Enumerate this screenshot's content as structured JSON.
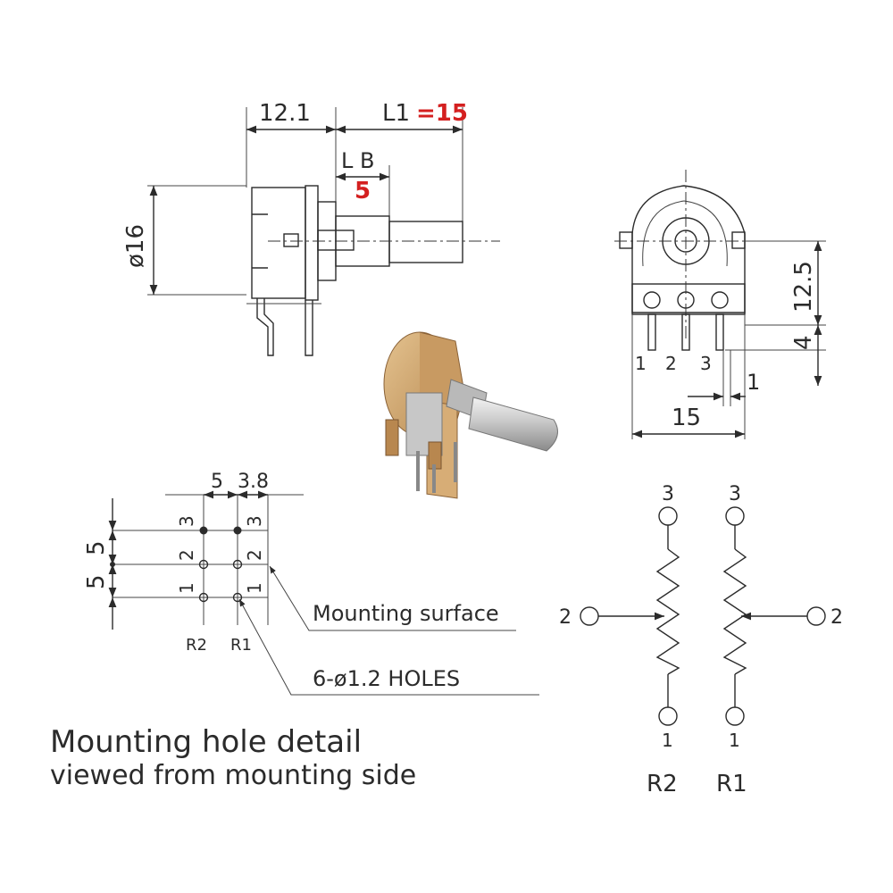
{
  "side_view": {
    "dim_body": "12.1",
    "dim_shaft_label": "L1",
    "dim_shaft_value": "=15",
    "dim_bushing_label": "L B",
    "dim_bushing_value": "5",
    "dim_diameter": "ø16"
  },
  "front_view": {
    "pin_labels": [
      "1",
      "2",
      "3"
    ],
    "dim_height": "12.5",
    "dim_pin": "4",
    "dim_pin_width": "1",
    "dim_width": "15"
  },
  "hole_detail": {
    "dim_top_a": "5",
    "dim_top_b": "3.8",
    "dim_left_a": "5",
    "dim_left_b": "5",
    "rows_r2": [
      "3",
      "2",
      "1"
    ],
    "rows_r1": [
      "3",
      "2",
      "1"
    ],
    "label_r2": "R2",
    "label_r1": "R1",
    "mounting_surface": "Mounting surface",
    "holes": "6-ø1.2 HOLES",
    "caption_line1": "Mounting hole detail",
    "caption_line2": "viewed from mounting side"
  },
  "schematic": {
    "r2": {
      "top": "3",
      "wiper": "2",
      "bottom": "1",
      "name": "R2"
    },
    "r1": {
      "top": "3",
      "wiper": "2",
      "bottom": "1",
      "name": "R1"
    }
  },
  "colors": {
    "line": "#2b2b2b",
    "accent": "#d42020"
  }
}
